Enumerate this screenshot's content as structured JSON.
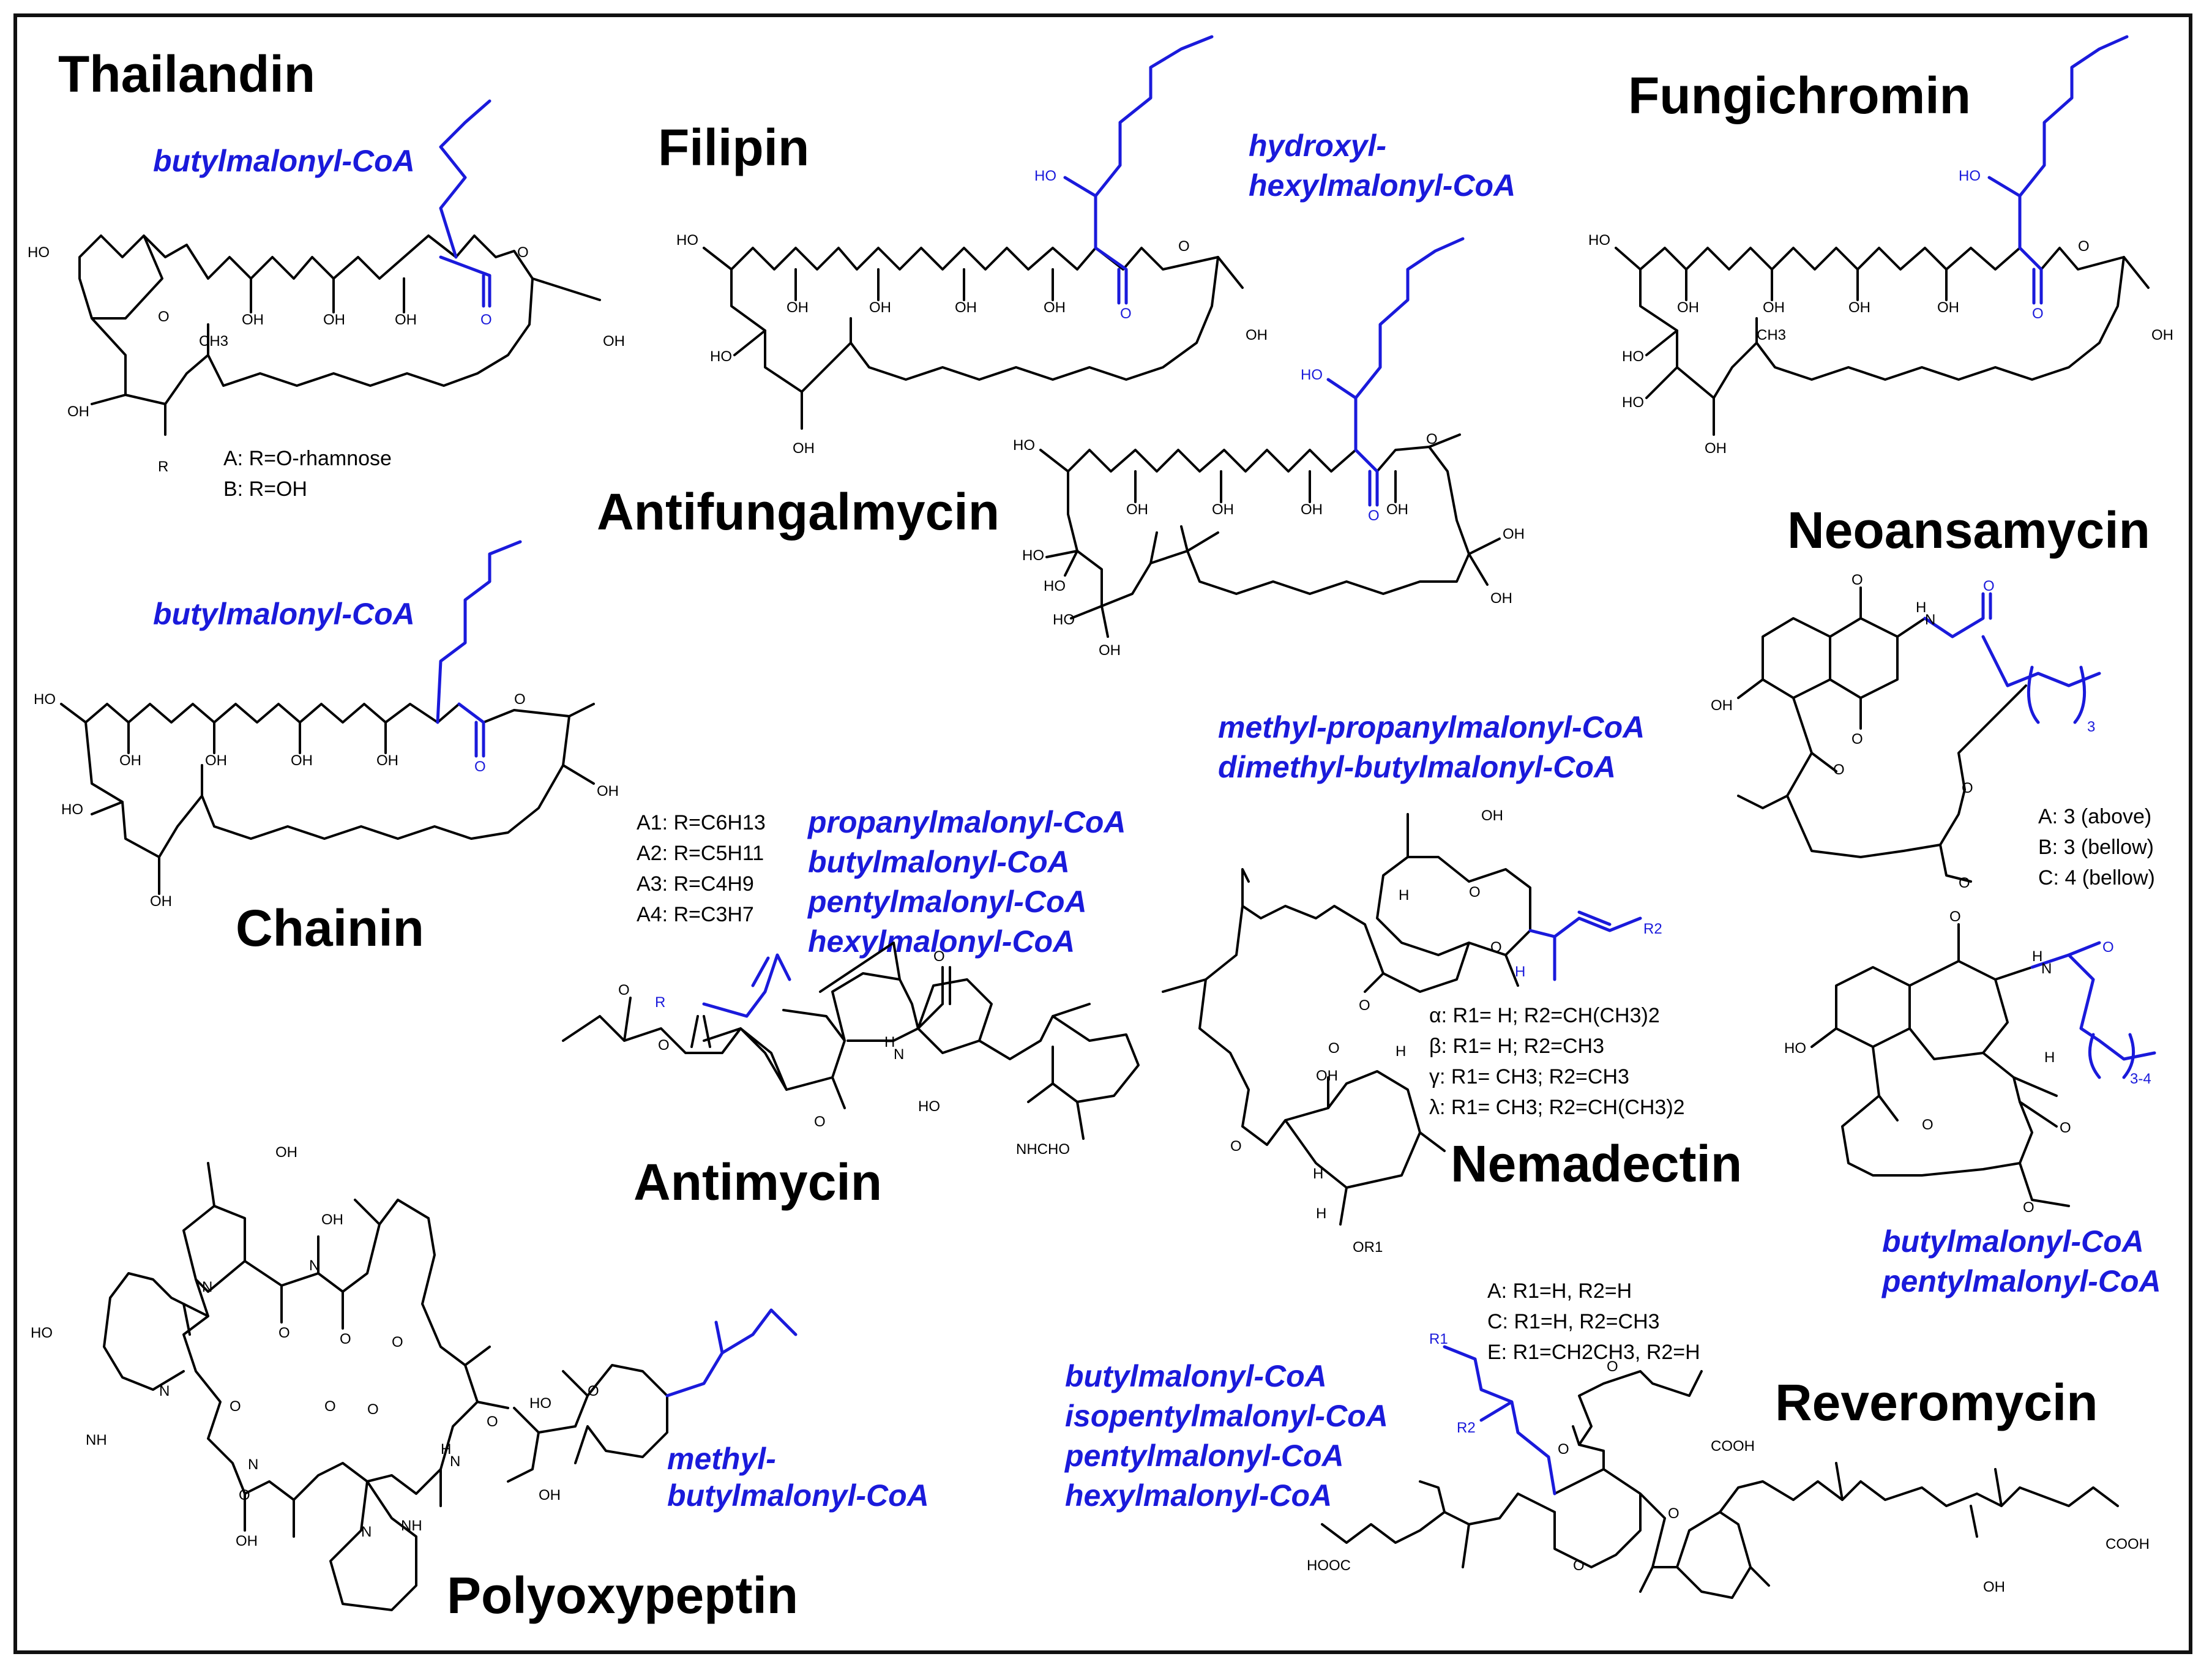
{
  "titles": {
    "thailandin": "Thailandin",
    "filipin": "Filipin",
    "fungichromin": "Fungichromin",
    "antifungalmycin": "Antifungalmycin",
    "neoansamycin": "Neoansamycin",
    "chainin": "Chainin",
    "antimycin": "Antimycin",
    "nemadectin": "Nemadectin",
    "polyoxypeptin": "Polyoxypeptin",
    "reveromycin": "Reveromycin"
  },
  "extenders": {
    "thailandin": "butylmalonyl-CoA",
    "filipin_1": "hydroxyl-",
    "filipin_2": "hexylmalonyl-CoA",
    "chainin": "butylmalonyl-CoA",
    "nemadectin_1": "methyl-propanylmalonyl-CoA",
    "nemadectin_2": "dimethyl-butylmalonyl-CoA",
    "antimycin_1": "propanylmalonyl-CoA",
    "antimycin_2": "butylmalonyl-CoA",
    "antimycin_3": "pentylmalonyl-CoA",
    "antimycin_4": "hexylmalonyl-CoA",
    "neoansamycin_1": "butylmalonyl-CoA",
    "neoansamycin_2": "pentylmalonyl-CoA",
    "reveromycin_1": "butylmalonyl-CoA",
    "reveromycin_2": "isopentylmalonyl-CoA",
    "reveromycin_3": "pentylmalonyl-CoA",
    "reveromycin_4": "hexylmalonyl-CoA",
    "polyoxypeptin_1": "methyl-",
    "polyoxypeptin_2": "butylmalonyl-CoA"
  },
  "notes": {
    "thailandin_a": "A: R=O-rhamnose",
    "thailandin_b": "B: R=OH",
    "antimycin_a1": "A1: R=C6H13",
    "antimycin_a2": "A2: R=C5H11",
    "antimycin_a3": "A3: R=C4H9",
    "antimycin_a4": "A4: R=C3H7",
    "nemadectin_alpha": "α: R1= H; R2=CH(CH3)2",
    "nemadectin_beta": "β: R1= H; R2=CH3",
    "nemadectin_gamma": "γ: R1= CH3; R2=CH3",
    "nemadectin_lambda": "λ: R1= CH3; R2=CH(CH3)2",
    "neoansamycin_a": "A: 3 (above)",
    "neoansamycin_b": "B: 3 (bellow)",
    "neoansamycin_c": "C: 4 (bellow)",
    "reveromycin_a": "A: R1=H, R2=H",
    "reveromycin_c": "C: R1=H, R2=CH3",
    "reveromycin_e": "E: R1=CH2CH3, R2=H"
  },
  "atoms": {
    "oh": "OH",
    "ho": "HO",
    "o": "O",
    "h": "H",
    "n": "N",
    "nh": "NH",
    "ch3": "CH3",
    "r": "R",
    "r1": "R1",
    "r2": "R2",
    "or1": "OR1",
    "nhcho": "NHCHO",
    "hooc": "HOOC",
    "cooh": "COOH",
    "sub3": "3",
    "sub34": "3-4"
  },
  "colors": {
    "highlight": "#1a1adb",
    "structure": "#000000",
    "frame": "#111111"
  }
}
